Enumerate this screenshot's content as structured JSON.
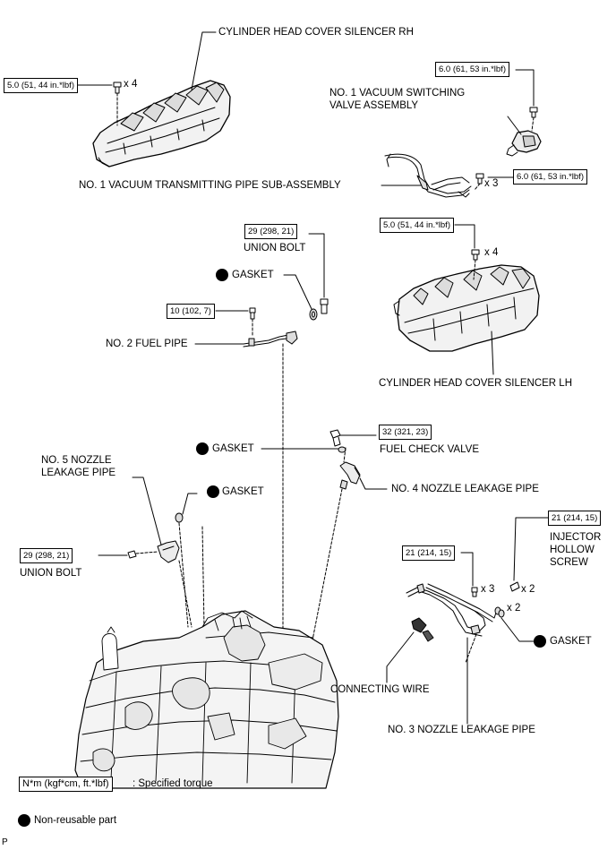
{
  "labels": {
    "silencer_rh": "CYLINDER HEAD COVER SILENCER RH",
    "vsv": "NO. 1 VACUUM SWITCHING VALVE ASSEMBLY",
    "vacuum_pipe": "NO. 1 VACUUM TRANSMITTING PIPE SUB-ASSEMBLY",
    "union_bolt_top": "UNION BOLT",
    "gasket_top": "GASKET",
    "fuel_pipe_2": "NO. 2 FUEL PIPE",
    "silencer_lh": "CYLINDER HEAD COVER SILENCER LH",
    "gasket_mid": "GASKET",
    "fuel_check_valve": "FUEL CHECK VALVE",
    "nozzle_pipe_5": "NO. 5 NOZZLE LEAKAGE PIPE",
    "gasket_left": "GASKET",
    "nozzle_pipe_4": "NO. 4 NOZZLE LEAKAGE PIPE",
    "union_bolt_left": "UNION BOLT",
    "injector_screw": "INJECTOR HOLLOW SCREW",
    "gasket_right": "GASKET",
    "connecting_wire": "CONNECTING WIRE",
    "nozzle_pipe_3": "NO. 3 NOZZLE LEAKAGE PIPE"
  },
  "quantities": {
    "rh_bolts": "x 4",
    "vsv_bolts": "x 3",
    "lh_bolts": "x 4",
    "screws_x3": "x 3",
    "screws_x2": "x 2",
    "gaskets_x2": "x 2"
  },
  "torques": {
    "rh_bolt": "5.0 (51, 44 in.*lbf)",
    "vsv_top": "6.0 (61, 53 in.*lbf)",
    "vsv_bolt": "6.0 (61, 53 in.*lbf)",
    "lh_bolt": "5.0 (51, 44 in.*lbf)",
    "union_bolt_top": "29 (298, 21)",
    "fuel_pipe_bolt": "10 (102, 7)",
    "fuel_check_valve": "32 (321, 23)",
    "union_bolt_left": "29 (298, 21)",
    "nozzle_3_bolt": "21 (214, 15)",
    "injector_screw": "21 (214, 15)"
  },
  "legend": {
    "torque_unit": "N*m (kgf*cm, ft.*lbf)",
    "torque_desc": ": Specified torque",
    "nonreusable_desc": "Non-reusable part"
  },
  "footer": {
    "code": "P"
  }
}
